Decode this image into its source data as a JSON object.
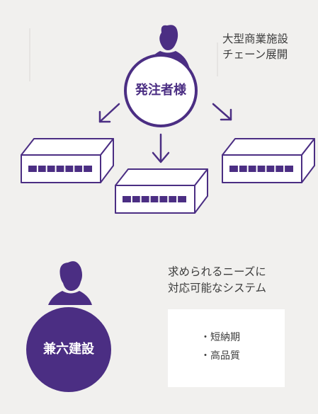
{
  "client": {
    "name": "発注者様",
    "note_lines": [
      "大型商業施設",
      "チェーン展開"
    ]
  },
  "company": {
    "name": "兼六建設",
    "needs_lines": [
      "求められるニーズに",
      "対応可能なシステム"
    ],
    "requirements": [
      "短納期",
      "高品質"
    ]
  },
  "colors": {
    "accent": "#4b2e83",
    "background": "#f1f0ee",
    "text": "#3d3d3d",
    "box": "#ffffff"
  },
  "icons": {
    "client": "person-silhouette-icon",
    "company": "person-silhouette-icon",
    "stores": "store-building-icon",
    "arrows": "arrow-down-icon"
  }
}
